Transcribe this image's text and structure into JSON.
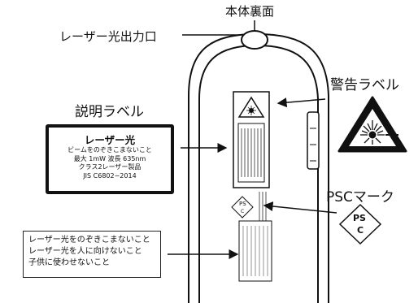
{
  "labels": {
    "back_side": "本体裏面",
    "laser_output": "レーザー光出力口",
    "description_label": "説明ラベル",
    "warning_label": "警告ラベル",
    "psc_mark": "PSCマーク"
  },
  "description_box": {
    "heading": "レーザー光",
    "lines": [
      "ビームをのぞきこまないこと",
      "最大 1mW  波長 635nm",
      "クラス2レーザー製品",
      "JIS C6802−2014"
    ]
  },
  "note_box": {
    "lines": [
      "レーザー光をのぞきこまないこと",
      "レーザー光を人に向けないこと",
      "子供に使わせないこと"
    ]
  },
  "psc": {
    "top": "PS",
    "bottom": "C"
  }
}
